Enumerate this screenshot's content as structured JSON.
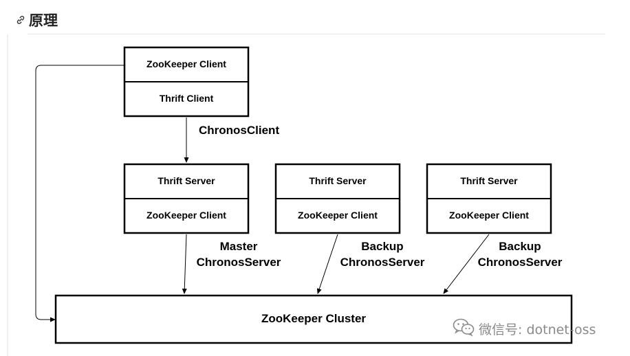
{
  "heading": {
    "title": "原理"
  },
  "diagram": {
    "client_box": {
      "top": "ZooKeeper Client",
      "bottom": "Thrift Client",
      "label": "ChronosClient"
    },
    "servers": [
      {
        "top": "Thrift Server",
        "bottom": "ZooKeeper Client",
        "label_line1": "Master",
        "label_line2": "ChronosServer"
      },
      {
        "top": "Thrift Server",
        "bottom": "ZooKeeper Client",
        "label_line1": "Backup",
        "label_line2": "ChronosServer"
      },
      {
        "top": "Thrift Server",
        "bottom": "ZooKeeper Client",
        "label_line1": "Backup",
        "label_line2": "ChronosServer"
      }
    ],
    "cluster": {
      "label": "ZooKeeper Cluster"
    }
  },
  "watermark": {
    "text": "微信号: dotnet-oss",
    "icon": "wechat-icon"
  }
}
